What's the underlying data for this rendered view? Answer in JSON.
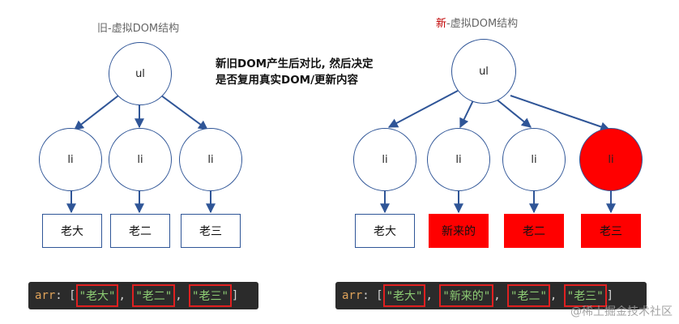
{
  "left": {
    "title": "旧-虚拟DOM结构",
    "root": "ul",
    "items": [
      "li",
      "li",
      "li"
    ],
    "texts": [
      "老大",
      "老二",
      "老三"
    ],
    "code": {
      "var": "arr",
      "colon": ":",
      "open": "[",
      "values": [
        "\"老大\"",
        "\"老二\"",
        "\"老三\""
      ],
      "close": "]"
    }
  },
  "right": {
    "title_highlight": "新",
    "title_rest": "-虚拟DOM结构",
    "root": "ul",
    "items": [
      "li",
      "li",
      "li",
      "li"
    ],
    "texts": [
      "老大",
      "新来的",
      "老二",
      "老三"
    ],
    "code": {
      "var": "arr",
      "colon": ":",
      "open": "[",
      "values": [
        "\"老大\"",
        "\"新来的\"",
        "\"老二\"",
        "\"老三\""
      ],
      "close": "]"
    }
  },
  "note": {
    "line1": "新旧DOM产生后对比, 然后决定",
    "line2": "是否复用真实DOM/更新内容"
  },
  "watermark": "@稀土掘金技术社区",
  "colors": {
    "stroke": "#2f5597",
    "highlight": "#ff0000",
    "code_bg": "#2b2b2b",
    "string": "#8dcc74",
    "keyword": "#e0a35a"
  }
}
